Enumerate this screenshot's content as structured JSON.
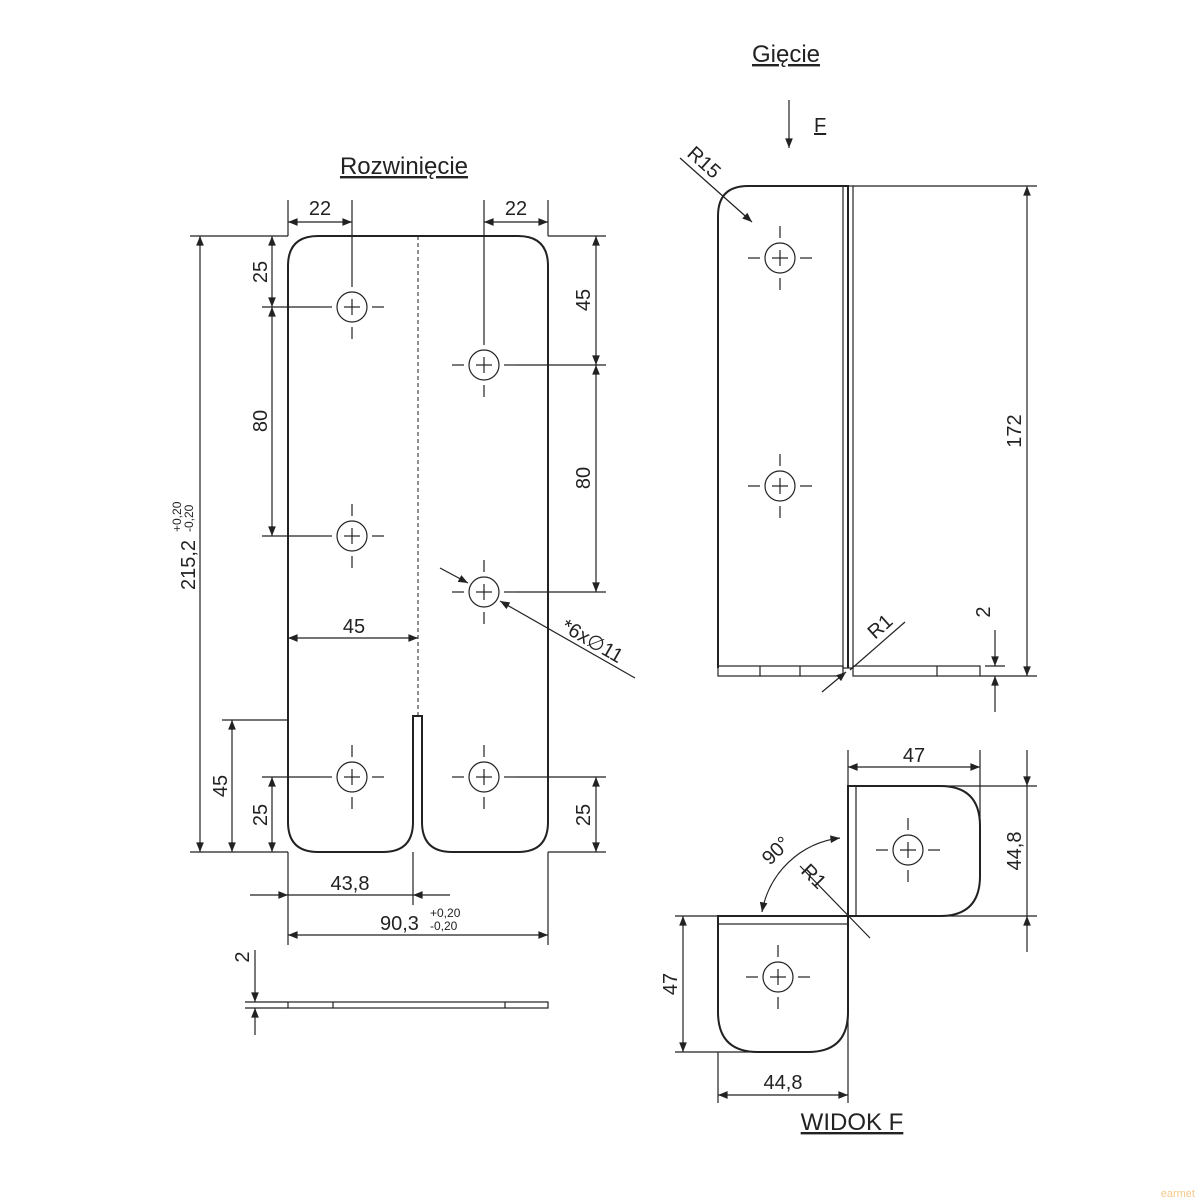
{
  "titles": {
    "flat": "Rozwinięcie",
    "bent": "Gięcie",
    "view": "WIDOK F",
    "force": "F"
  },
  "flat_dims": {
    "top_left_22": "22",
    "top_right_22": "22",
    "left_25": "25",
    "left_80": "80",
    "right_45": "45",
    "right_80": "80",
    "total_height": "215,2",
    "total_height_tol_plus": "+0,20",
    "total_height_tol_minus": "-0,20",
    "bottom_45": "45",
    "bottom_left_25": "25",
    "bottom_right_25": "25",
    "mid_45": "45",
    "slot_43_8": "43,8",
    "width": "90,3",
    "width_tol_plus": "+0,20",
    "width_tol_minus": "-0,20",
    "holes": "*6x∅11",
    "thickness": "2"
  },
  "bent_dims": {
    "radius_top": "R15",
    "radius_bend": "R1",
    "height": "172",
    "thickness": "2"
  },
  "view_dims": {
    "top_47": "47",
    "right_44_8": "44,8",
    "left_47": "47",
    "bottom_44_8": "44,8",
    "angle": "90°",
    "radius": "R1"
  },
  "watermark": "earmet",
  "colors": {
    "line": "#222222",
    "watermark": "#f3c98a"
  }
}
